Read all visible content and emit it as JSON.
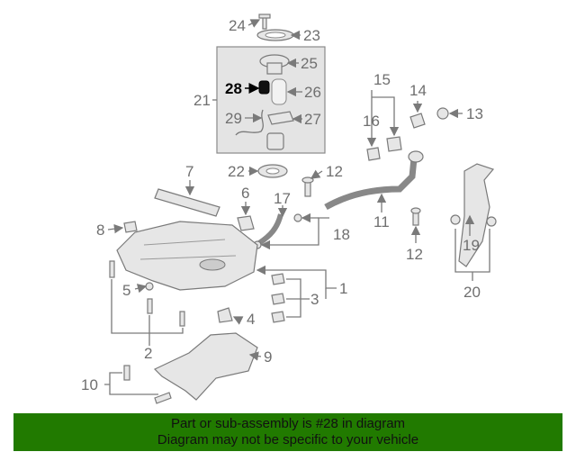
{
  "callouts": {
    "c1": "1",
    "c2": "2",
    "c3": "3",
    "c4": "4",
    "c5": "5",
    "c6": "6",
    "c7": "7",
    "c8": "8",
    "c9": "9",
    "c10": "10",
    "c11": "11",
    "c12a": "12",
    "c12b": "12",
    "c13": "13",
    "c14": "14",
    "c15": "15",
    "c16": "16",
    "c17": "17",
    "c18": "18",
    "c19": "19",
    "c20": "20",
    "c21": "21",
    "c22": "22",
    "c23": "23",
    "c24": "24",
    "c25": "25",
    "c26": "26",
    "c27": "27",
    "c28": "28",
    "c29": "29"
  },
  "highlight": {
    "color": "#000000"
  },
  "banner": {
    "line1": "Part or sub-assembly is #28 in diagram",
    "line2": "Diagram may not be specific to your vehicle",
    "color": "#217a00"
  }
}
